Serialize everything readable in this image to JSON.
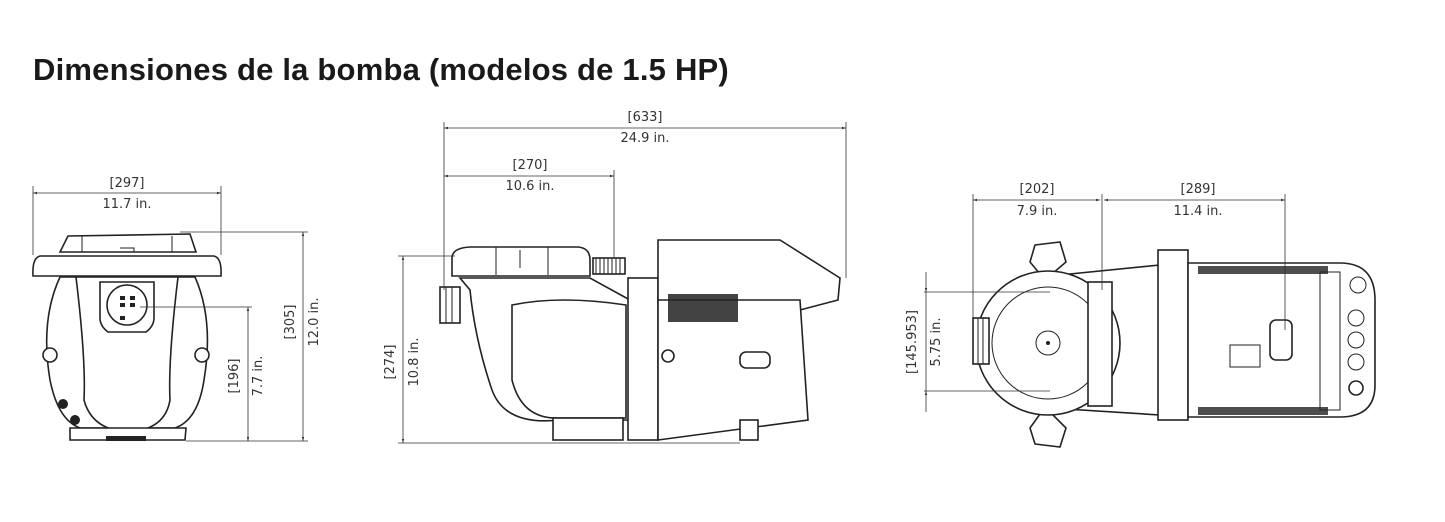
{
  "title": "Dimensiones de la bomba (modelos de 1.5 HP)",
  "front_view": {
    "width_mm": "[297]",
    "width_in": "11.7 in.",
    "height_mm": "[305]",
    "height_in": "12.0 in.",
    "port_height_mm": "[196]",
    "port_height_in": "7.7 in."
  },
  "side_view": {
    "length_mm": "[633]",
    "length_in": "24.9 in.",
    "strainer_mm": "[270]",
    "strainer_in": "10.6 in.",
    "height_mm": "[274]",
    "height_in": "10.8 in."
  },
  "top_view": {
    "front_mm": "[202]",
    "front_in": "7.9 in.",
    "rear_mm": "[289]",
    "rear_in": "11.4 in.",
    "foot_mm": "[145.953]",
    "foot_in": "5.75 in."
  }
}
